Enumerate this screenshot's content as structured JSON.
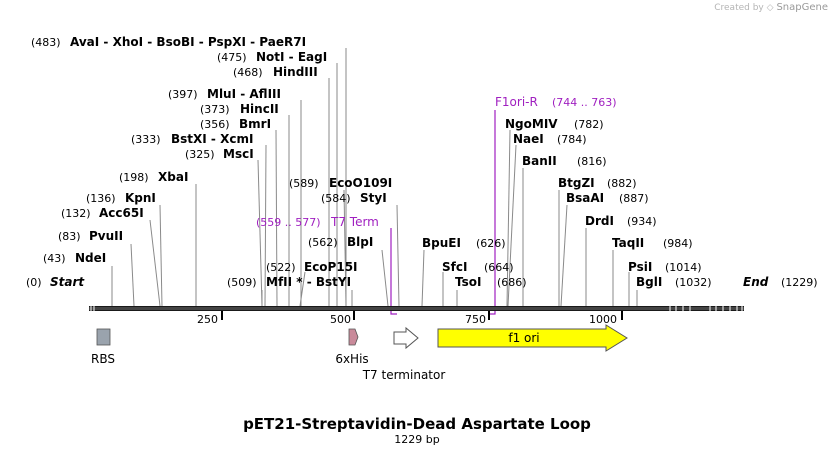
{
  "watermark": {
    "prefix": "Created by",
    "brand": "SnapGene"
  },
  "plasmid": {
    "name": "pET21-Streptavidin-Dead Aspartate Loop",
    "length_label": "1229 bp"
  },
  "backbone": {
    "ticks": [
      "250",
      "500",
      "750",
      "1000"
    ],
    "start_label": "(0)",
    "start_name": "Start",
    "end_label": "End",
    "end_pos": "(1229)"
  },
  "sites": [
    {
      "pos": "(43)",
      "name": "NdeI"
    },
    {
      "pos": "(83)",
      "name": "PvuII"
    },
    {
      "pos": "(132)",
      "name": "Acc65I"
    },
    {
      "pos": "(136)",
      "name": "KpnI"
    },
    {
      "pos": "(198)",
      "name": "XbaI"
    },
    {
      "pos": "(325)",
      "name": "MscI"
    },
    {
      "pos": "(333)",
      "name": "BstXI  - XcmI"
    },
    {
      "pos": "(356)",
      "name": "BmrI"
    },
    {
      "pos": "(373)",
      "name": "HincII"
    },
    {
      "pos": "(397)",
      "name": "MluI  - AflIII"
    },
    {
      "pos": "(468)",
      "name": "HindIII"
    },
    {
      "pos": "(475)",
      "name": "NotI  - EagI"
    },
    {
      "pos": "(483)",
      "name": "AvaI  - XhoI  - BsoBI  - PspXI  - PaeR7I"
    },
    {
      "pos": "(509)",
      "name": "MfII * - BstYI"
    },
    {
      "pos": "(522)",
      "name": "EcoP15I"
    },
    {
      "pos": "(562)",
      "name": "BlpI"
    },
    {
      "pos": "(584)",
      "name": "StyI"
    },
    {
      "pos": "(589)",
      "name": "EcoO109I"
    },
    {
      "pos": "BpuEI",
      "name": ""
    },
    {
      "pos": "SfcI",
      "name": ""
    },
    {
      "pos": "TsoI",
      "name": ""
    },
    {
      "pos": "(626)",
      "name": ""
    },
    {
      "pos": "(664)",
      "name": ""
    },
    {
      "pos": "(686)",
      "name": ""
    },
    {
      "pos": "NgoMIV",
      "name": "(782)"
    },
    {
      "pos": "NaeI",
      "name": "(784)"
    },
    {
      "pos": "BanII",
      "name": "(816)"
    },
    {
      "pos": "BtgZI",
      "name": "(882)"
    },
    {
      "pos": "BsaAI",
      "name": "(887)"
    },
    {
      "pos": "DrdI",
      "name": "(934)"
    },
    {
      "pos": "TaqII",
      "name": "(984)"
    },
    {
      "pos": "PsiI",
      "name": "(1014)"
    },
    {
      "pos": "BglI",
      "name": "(1032)"
    }
  ],
  "primers": [
    {
      "name": "F1ori-R",
      "range": "(744 .. 763)",
      "color": "#a020c0"
    },
    {
      "name": "T7 Term",
      "range": "(559 .. 577)",
      "color": "#a020c0"
    }
  ],
  "features": [
    {
      "name": "RBS",
      "color": "#9aa3ad"
    },
    {
      "name": "6xHis",
      "color": "#c98a9a"
    },
    {
      "name": "T7 terminator",
      "color": "#ffffff"
    },
    {
      "name": "f1 ori",
      "color": "#ffff00"
    }
  ]
}
